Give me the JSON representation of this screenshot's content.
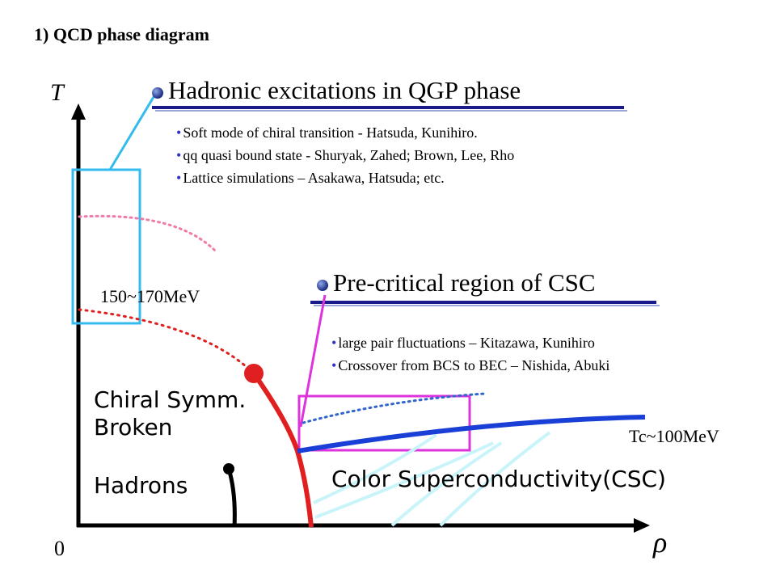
{
  "title": "1) QCD phase diagram",
  "axes": {
    "y_label": "T",
    "x_label": "ρ",
    "origin": "0"
  },
  "qgp_box": {
    "heading": "Hadronic excitations in QGP phase",
    "bullets": [
      "Soft mode of chiral transition - Hatsuda, Kunihiro.",
      "qq quasi bound state - Shuryak, Zahed; Brown, Lee, Rho",
      "Lattice simulations – Asakawa, Hatsuda; etc."
    ]
  },
  "csc_box": {
    "heading": "Pre-critical region of CSC",
    "bullets": [
      "large pair fluctuations – Kitazawa, Kunihiro",
      "Crossover from BCS to BEC – Nishida, Abuki"
    ]
  },
  "temp_label": "150~170MeV",
  "tc_label": "Tc~100MeV",
  "regions": {
    "chiral_line1": "Chiral Symm.",
    "chiral_line2": "Broken",
    "hadrons": "Hadrons",
    "csc": "Color Superconductivity(CSC)"
  },
  "colors": {
    "axis": "#000000",
    "chiral_boundary": "#e02020",
    "csc_boundary": "#1a3fd6",
    "cyan_box": "#33bbee",
    "magenta_box": "#dd33dd",
    "heading_underline": "#1a1a8c"
  }
}
